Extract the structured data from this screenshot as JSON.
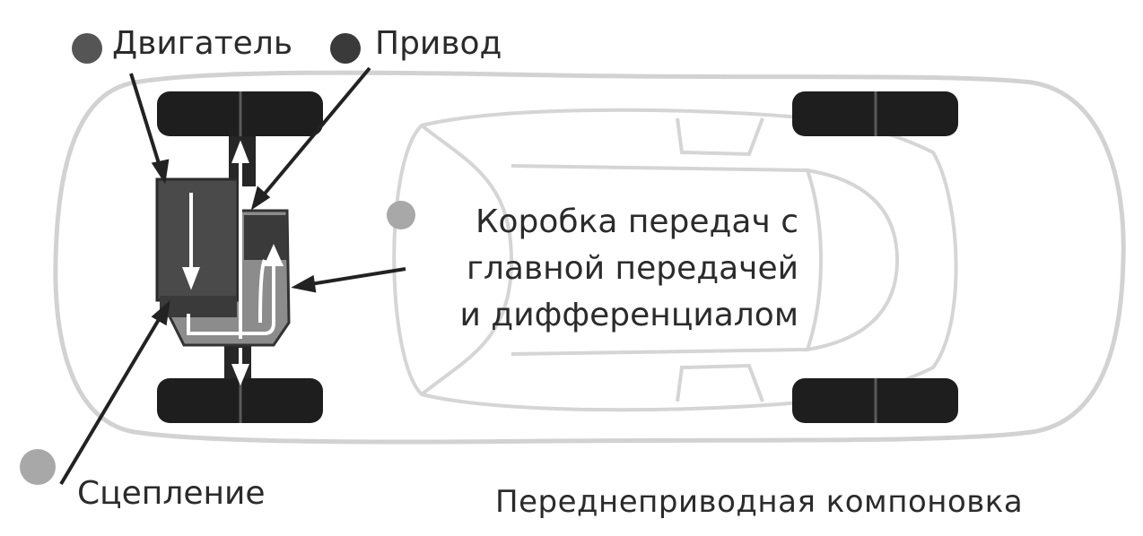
{
  "labels": {
    "engine": "Двигатель",
    "drive": "Привод",
    "gearbox_line1": "Коробка передач с",
    "gearbox_line2": "главной передачей",
    "gearbox_line3": "и дифференциалом",
    "clutch": "Сцепление",
    "caption": "Переднеприводная компоновка"
  },
  "colors": {
    "outline": "#d0d0d0",
    "tire": "#1e1e1e",
    "engine": "#4a4a4a",
    "gearbox": "#8c8c8c",
    "bullet_dark": "#555555",
    "bullet_light": "#a8a8a8",
    "text": "#2b2b2b"
  }
}
